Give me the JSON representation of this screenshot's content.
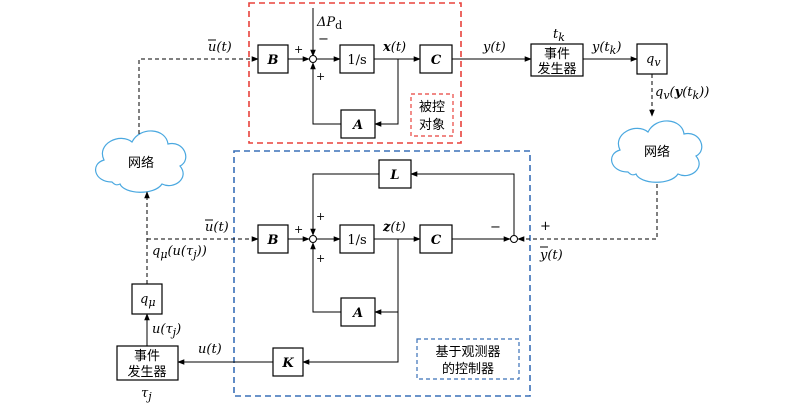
{
  "plant": {
    "label_line1": "被控",
    "label_line2": "对象",
    "frame_color": "#e8423c",
    "disturbance": "ΔP",
    "disturbance_sub": "d",
    "B": "B",
    "integrator": "1/s",
    "state": "x",
    "state_arg": "(t)",
    "C": "C",
    "A": "A"
  },
  "observer": {
    "label_line1": "基于观测器",
    "label_line2": "的控制器",
    "frame_color": "#3a70b8",
    "B": "B",
    "integrator": "1/s",
    "state": "z",
    "state_arg": "(t)",
    "C": "C",
    "A": "A",
    "L": "L",
    "K": "K"
  },
  "signals": {
    "u_bar_top": "u(t)",
    "u_bar_mid": "u(t)",
    "y_t": "y(t)",
    "y_tk": "y(t",
    "y_tk_close": "k",
    "t_k": "t",
    "y_bar": "y(t)",
    "u_t": "u(t)",
    "u_tau": "u(τ",
    "q_mu_u_tau": "q",
    "qv_y_tk": "q",
    "tau_j": "τ"
  },
  "blocks": {
    "event_gen_top_line1": "事件",
    "event_gen_top_line2": "发生器",
    "event_gen_bottom_line1": "事件",
    "event_gen_bottom_line2": "发生器",
    "q_v": "q",
    "q_v_sub": "v",
    "q_mu": "q",
    "q_mu_sub": "μ"
  },
  "network": {
    "left_label": "网络",
    "right_label": "网络",
    "cloud_color": "#4aa8e0"
  },
  "signs": {
    "plus": "+",
    "minus": "−"
  }
}
